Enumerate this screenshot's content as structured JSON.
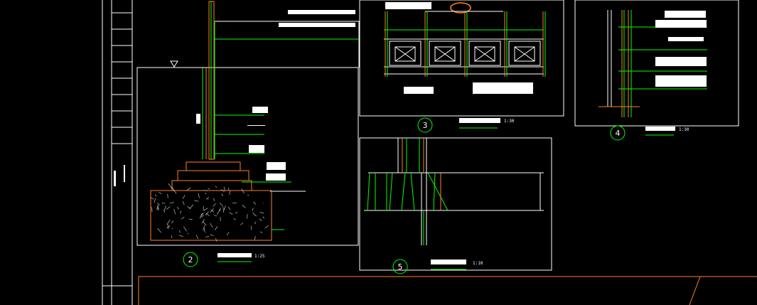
{
  "drawing": {
    "background": "#000000",
    "colors": {
      "line": "#ffffff",
      "accent": "#00ff00",
      "hatch": "#ff7f27",
      "frame": "#ffffff"
    },
    "details": [
      {
        "id": "detail-2",
        "number": "2",
        "scale": "1:25"
      },
      {
        "id": "detail-3",
        "number": "3",
        "scale": "1:30"
      },
      {
        "id": "detail-4",
        "number": "4",
        "scale": "1:30"
      },
      {
        "id": "detail-5",
        "number": "5",
        "scale": "1:10"
      }
    ]
  }
}
